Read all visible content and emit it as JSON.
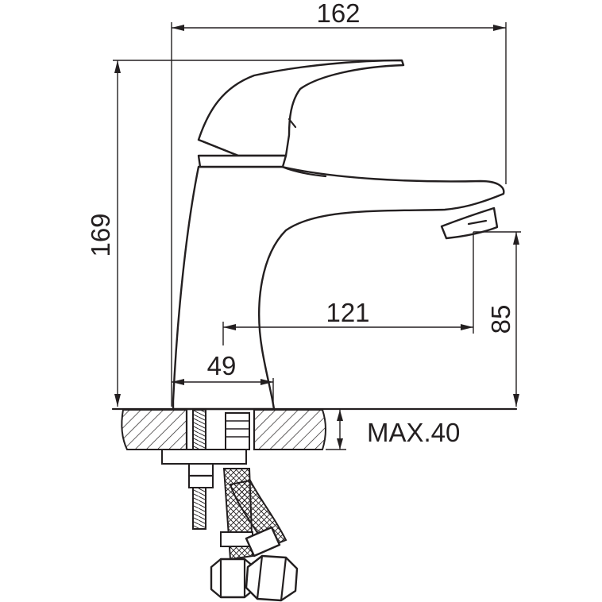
{
  "dimensions": {
    "overall_width": "162",
    "overall_height": "169",
    "spout_reach": "121",
    "spout_height": "85",
    "base_offset": "49",
    "max_counter_thickness": "MAX.40"
  },
  "colors": {
    "line": "#231f20",
    "background": "#ffffff"
  }
}
